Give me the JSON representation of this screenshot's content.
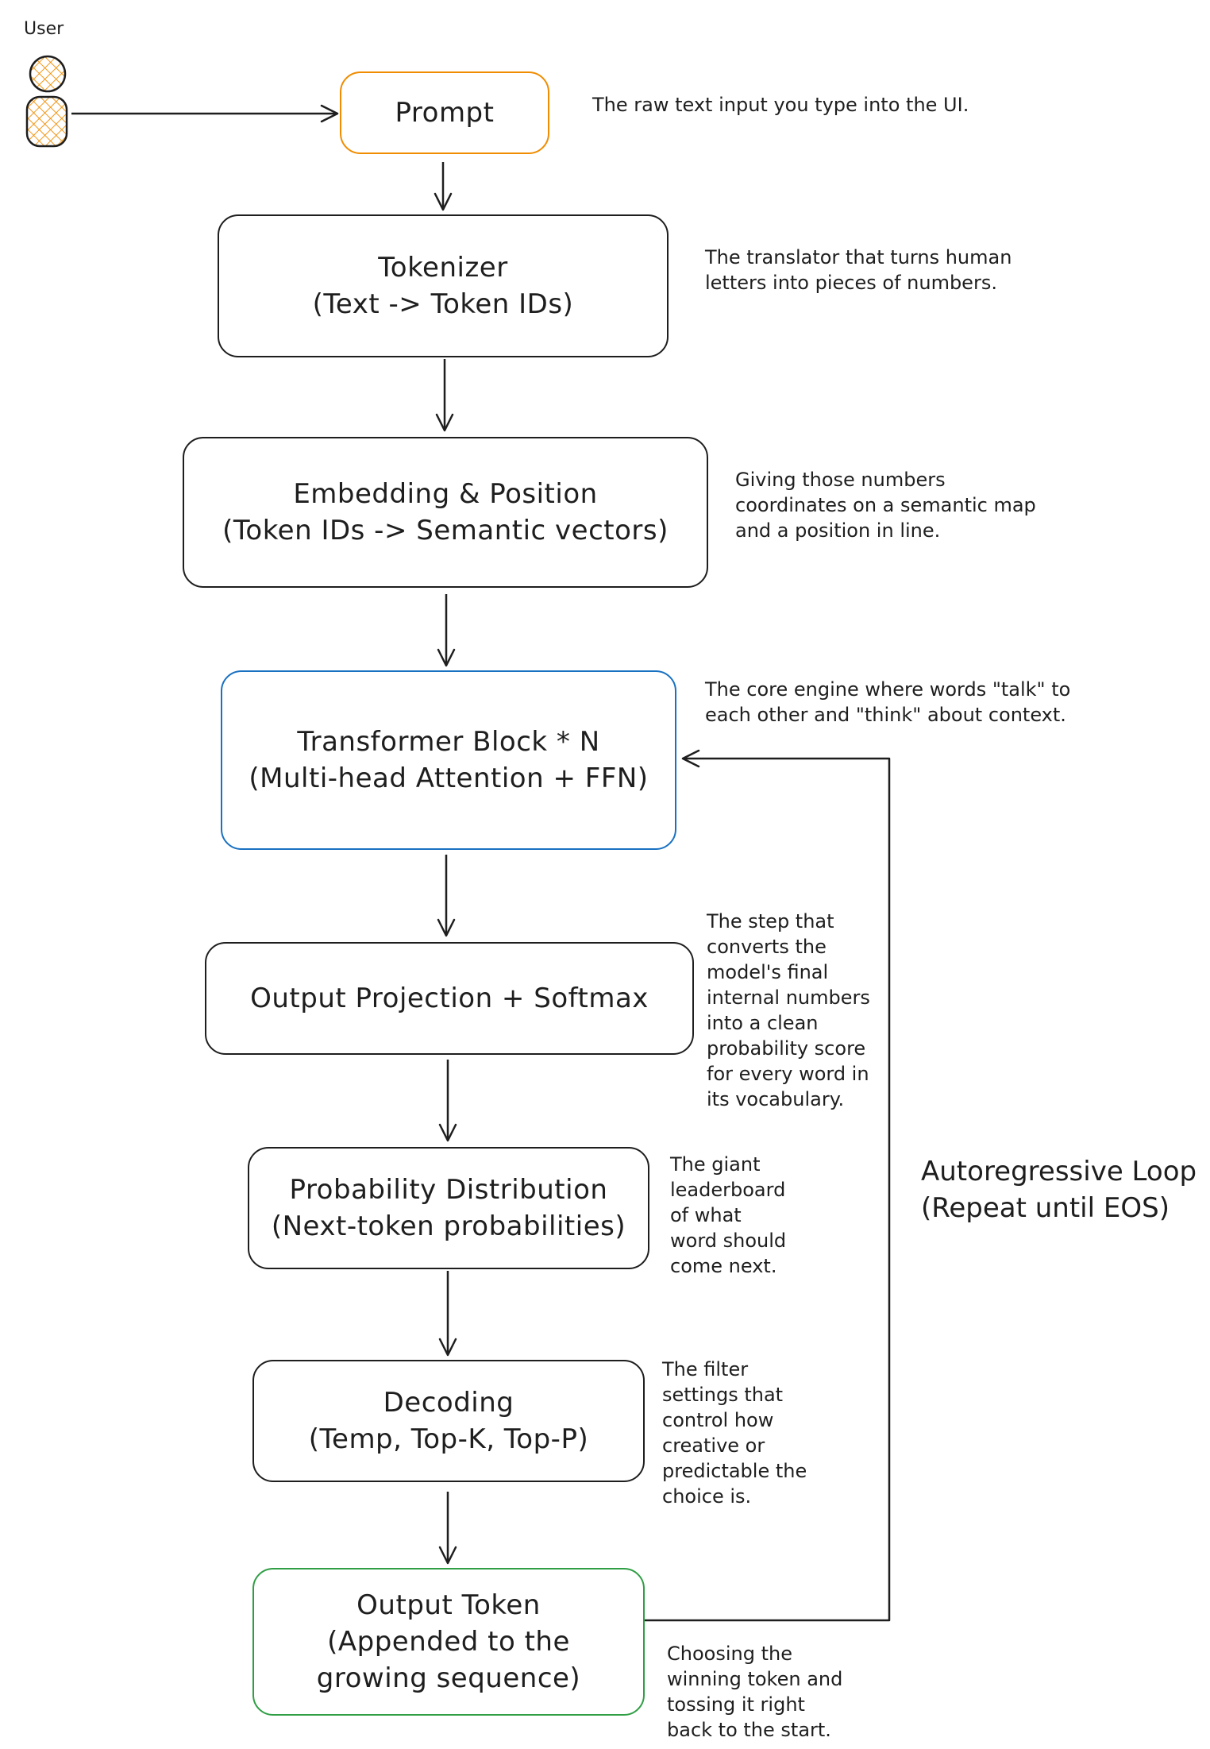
{
  "user": {
    "label": "User",
    "icon": "user-icon",
    "icon_color": "#f08c00"
  },
  "nodes": [
    {
      "id": "prompt",
      "lines": [
        "Prompt"
      ],
      "border_color": "#f08c00",
      "note": "The raw text input you type into the UI."
    },
    {
      "id": "tokenizer",
      "lines": [
        "Tokenizer",
        "(Text -> Token IDs)"
      ],
      "border_color": "#1e1e1e",
      "note": "The translator that turns human\nletters into pieces of numbers."
    },
    {
      "id": "embedding",
      "lines": [
        "Embedding & Position",
        "(Token IDs -> Semantic vectors)"
      ],
      "border_color": "#1e1e1e",
      "note": "Giving those numbers\ncoordinates on a semantic map\nand a position in line."
    },
    {
      "id": "transformer",
      "lines": [
        "Transformer Block * N",
        "(Multi-head Attention + FFN)"
      ],
      "border_color": "#1971c2",
      "note": "The core engine where words \"talk\" to\neach other and \"think\" about context."
    },
    {
      "id": "projection",
      "lines": [
        "Output Projection + Softmax"
      ],
      "border_color": "#1e1e1e",
      "note": "The step that\nconverts the\nmodel's final\ninternal numbers\ninto a clean\nprobability score\nfor every word in\nits vocabulary."
    },
    {
      "id": "probability",
      "lines": [
        "Probability Distribution",
        "(Next-token probabilities)"
      ],
      "border_color": "#1e1e1e",
      "note": "The giant\nleaderboard\nof what\nword should\ncome next."
    },
    {
      "id": "decoding",
      "lines": [
        "Decoding",
        "(Temp, Top-K, Top-P)"
      ],
      "border_color": "#1e1e1e",
      "note": "The filter\nsettings that\ncontrol how\ncreative or\npredictable the\nchoice is."
    },
    {
      "id": "output",
      "lines": [
        "Output Token",
        "(Appended to the",
        "growing sequence)"
      ],
      "border_color": "#2f9e44",
      "note": "Choosing the\nwinning token and\ntossing it right\nback to the start."
    }
  ],
  "loop": {
    "lines": [
      "Autoregressive Loop",
      "(Repeat until EOS)"
    ],
    "from": "output",
    "to": "transformer"
  },
  "colors": {
    "stroke": "#1e1e1e",
    "orange": "#f08c00",
    "blue": "#1971c2",
    "green": "#2f9e44"
  }
}
